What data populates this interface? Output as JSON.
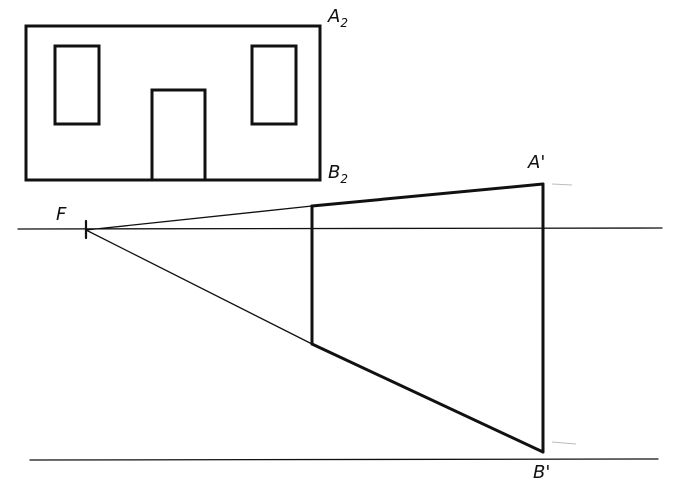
{
  "labels": {
    "a2": {
      "main": "A",
      "sub": "2"
    },
    "b2": {
      "main": "B",
      "sub": "2"
    },
    "a_prime": "A'",
    "b_prime": "B'",
    "f": "F"
  }
}
